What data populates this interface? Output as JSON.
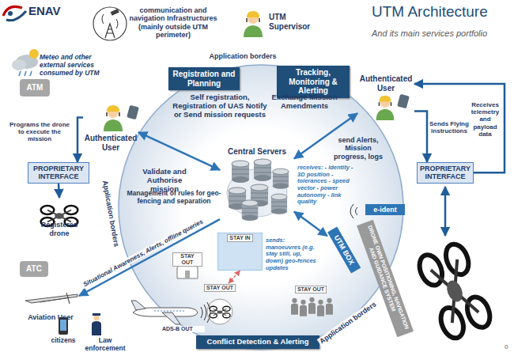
{
  "diagram": {
    "title": "UTM Architecture",
    "nodes": [
      {
        "text": [
          "ATM"
        ]
      },
      {
        "text": [
          "Registration and Planning"
        ]
      },
      {
        "text": [
          "Tracking, Monitoring & Alerting"
        ]
      },
      {
        "text": [
          "Authenticated User"
        ]
      },
      {
        "text": [
          "Authenticated User"
        ]
      },
      {
        "text": [
          "PROPRIETARY INTERFACE"
        ]
      },
      {
        "text": [
          "Central Servers"
        ]
      },
      {
        "text": [
          "PROPRIETARY INTERFACE"
        ]
      },
      {
        "text": [
          "Registered drone"
        ]
      },
      {
        "text": [
          "e-ident"
        ]
      },
      {
        "text": [
          "UTM BOX"
        ]
      },
      {
        "text": [
          "DRONE OWN POSITIONING, NAVIGATION AND GUIDANCE SYSTEM"
        ]
      },
      {
        "text": [
          "STAY IN"
        ]
      },
      {
        "text": [
          "ATC"
        ]
      },
      {
        "text": [
          "STAY OUT"
        ]
      },
      {
        "text": [
          "STAY OUT"
        ]
      },
      {
        "text": [
          "STAY OUT"
        ]
      },
      {
        "text": [
          "Aviation User"
        ]
      },
      {
        "text": [
          "Conflict Detection & Alerting"
        ]
      }
    ],
    "edges": [
      {
        "from": 3,
        "to": 6,
        "arrow": "both"
      },
      {
        "from": 6,
        "to": 4,
        "arrow": "both"
      },
      {
        "from": 6,
        "to": 10,
        "arrow": "both"
      },
      {
        "from": 6,
        "to": 17,
        "arrow": "to"
      },
      {
        "from": 3,
        "to": 5,
        "arrow": "to"
      },
      {
        "from": 5,
        "to": 8,
        "arrow": "to"
      },
      {
        "from": 4,
        "to": 7,
        "arrow": "to"
      },
      {
        "from": 7,
        "to": 4,
        "arrow": "to"
      },
      {
        "from": 15,
        "to": 12,
        "arrow": "both"
      }
    ],
    "labels": [
      "ENAV",
      "communication and navigation Infrastructures (mainly outside UTM perimeter)",
      "UTM Supervisor",
      "And its main services portfolio",
      "Meteo and other external services consumed by UTM",
      "Application borders",
      "Application borders",
      "Application borders",
      "Self registration, Registration of UAS Notify or Send mission requests",
      "Exchange Mission Amendments",
      "Programs the drone to execute the mission",
      "Validate and Authorise mission",
      "send Alerts, Mission progress, logs",
      "Sends Flying instructions",
      "Receives telemetry and payload data",
      "receives: - identity - 3D position - tolerances - speed vector - power autonomy - link quality",
      "Management of rules for geo-fencing and separation",
      "sends: manoeuvres (e.g. stay still, up, down) geo-fences updates",
      "Situational Awareness, Alerts, offline queries",
      "ADS-B OUT",
      "citizens",
      "Law enforcement",
      "0"
    ]
  }
}
